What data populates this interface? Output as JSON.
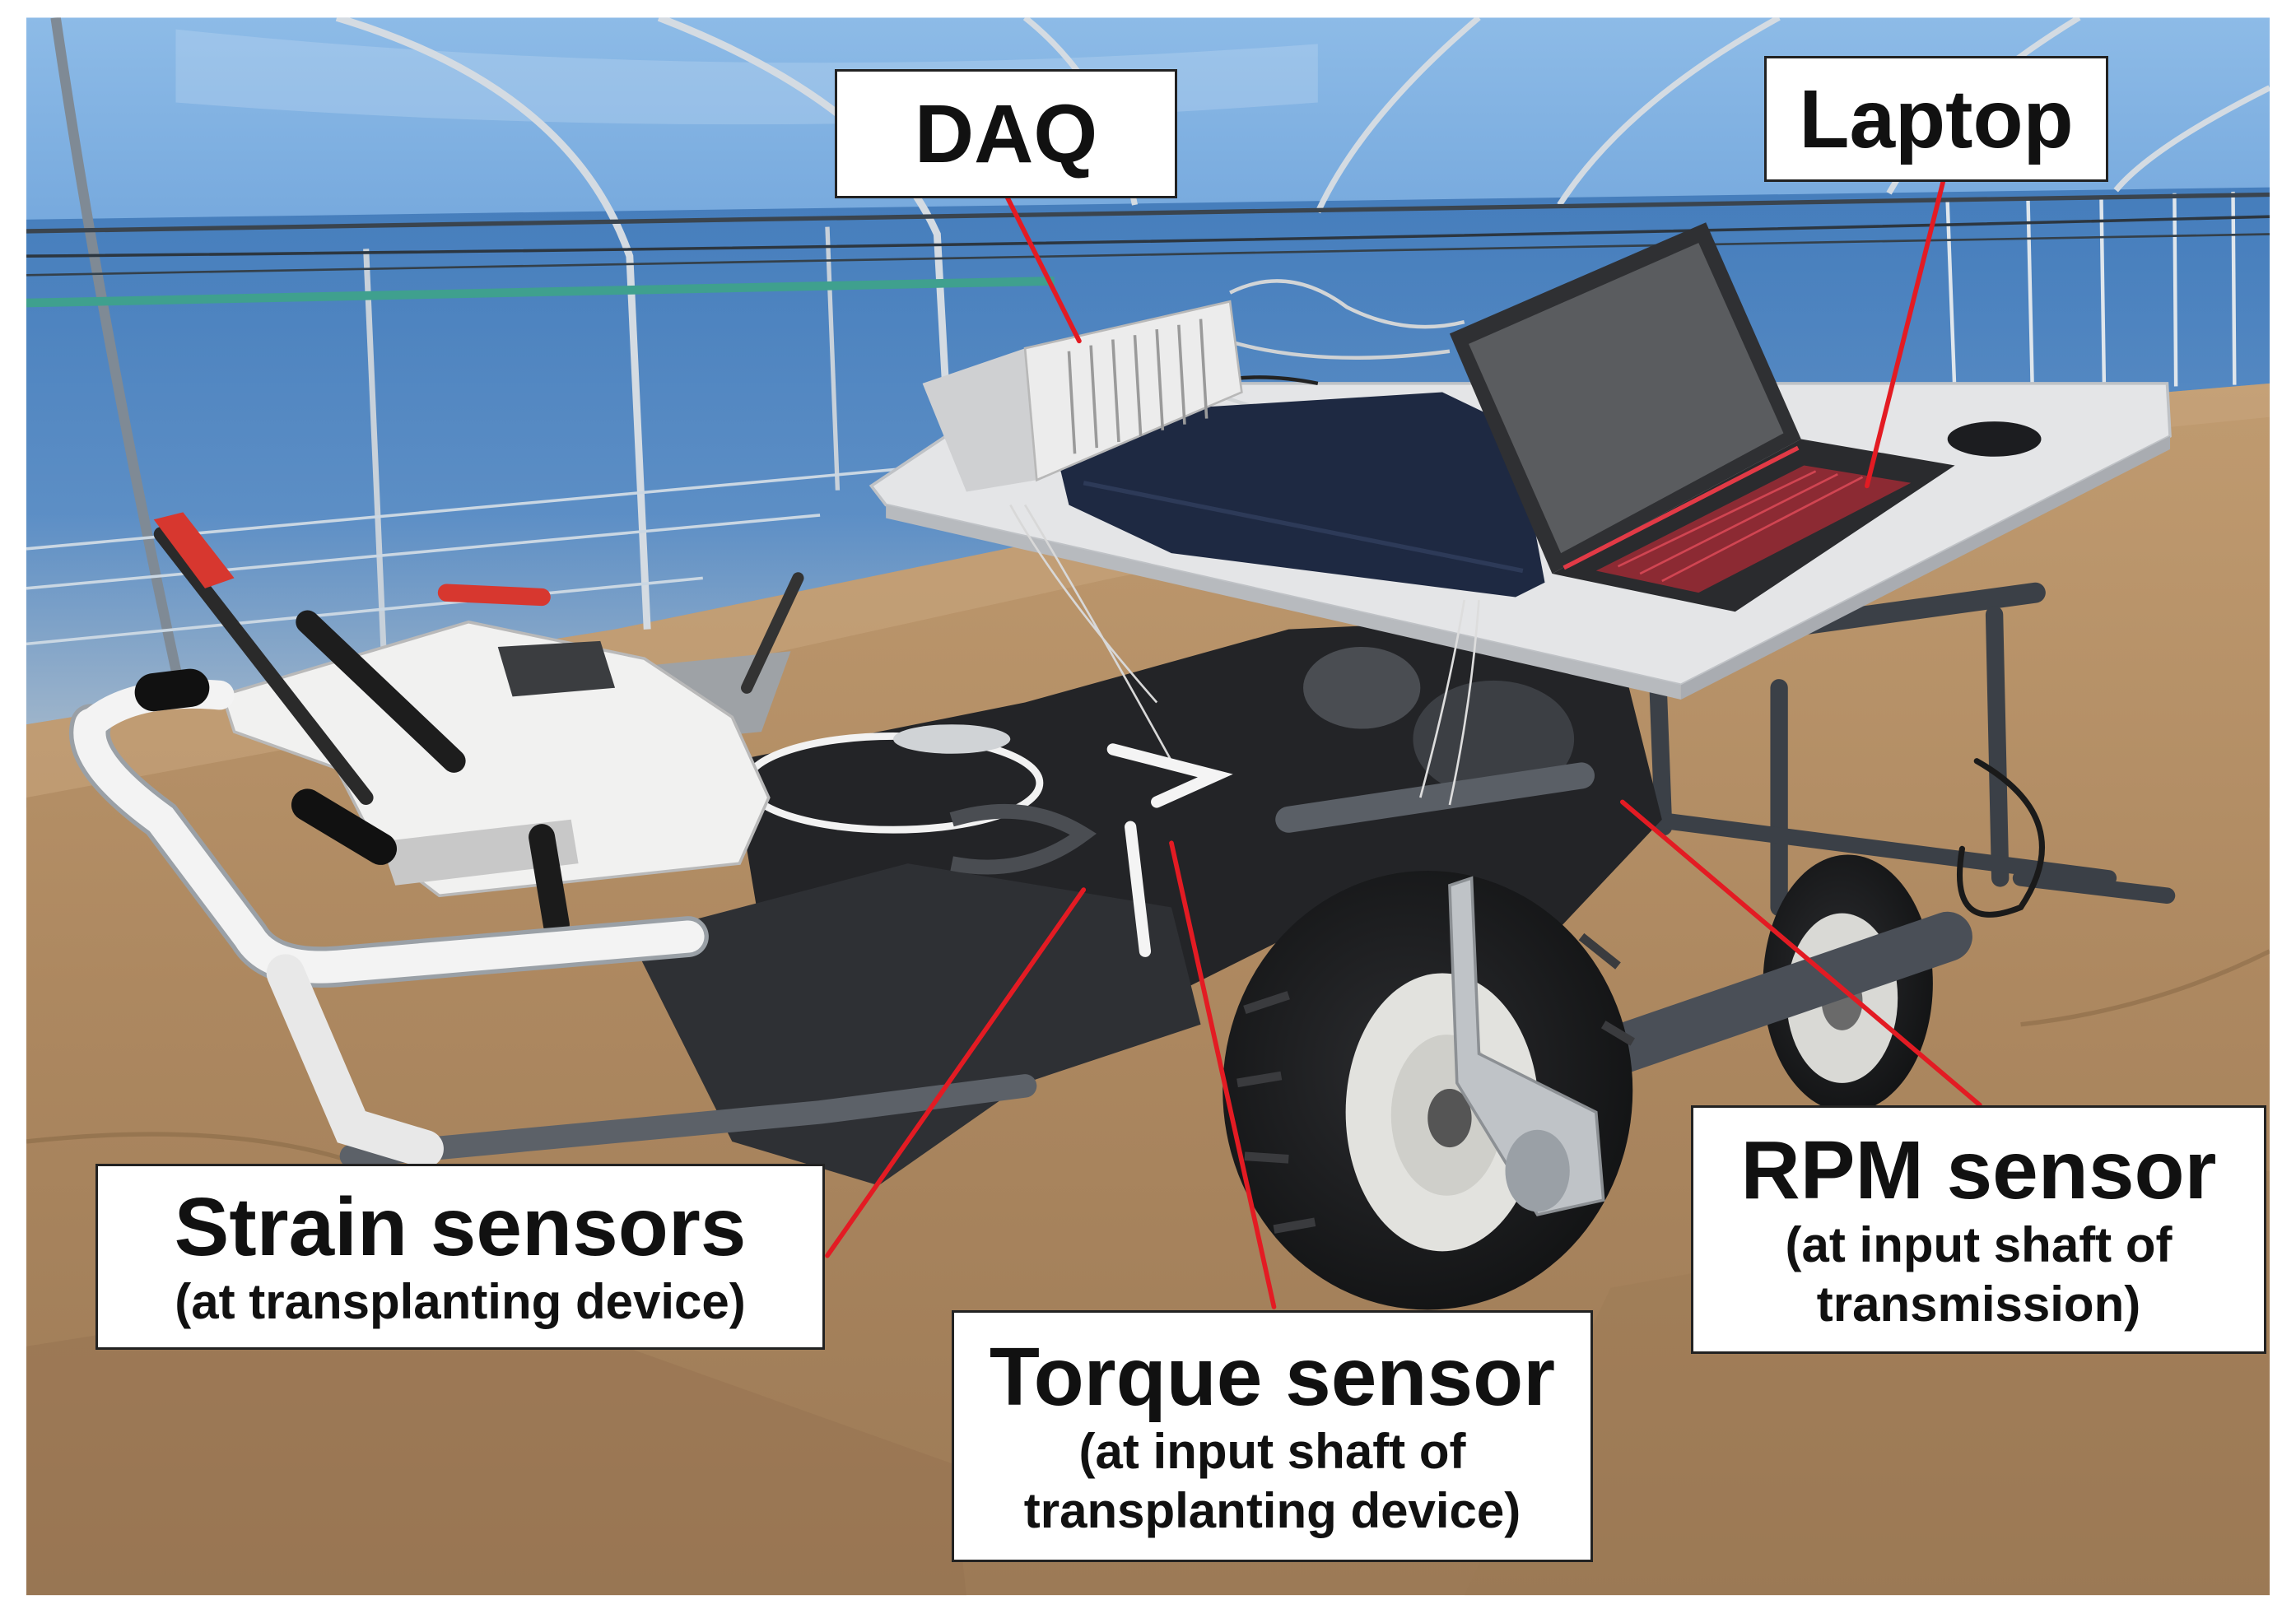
{
  "labels": {
    "daq": {
      "title": "DAQ"
    },
    "laptop": {
      "title": "Laptop"
    },
    "strain": {
      "title": "Strain sensors",
      "lines": [
        "(at transplanting device)"
      ]
    },
    "torque": {
      "title": "Torque sensor",
      "lines": [
        "(at input shaft of",
        "transplanting device)"
      ]
    },
    "rpm": {
      "title": "RPM sensor",
      "lines": [
        "(at input shaft of",
        "transmission)"
      ]
    }
  },
  "colors": {
    "arrow": "#e31b23",
    "label_border": "#222222",
    "label_background": "#ffffff"
  }
}
